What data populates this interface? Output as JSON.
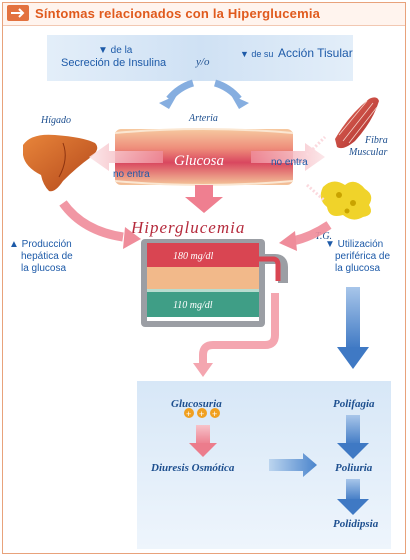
{
  "title": "Síntomas relacionados con la Hiperglucemia",
  "top": {
    "insulin_line1": "▼ de la",
    "insulin_line2": "Secreción de Insulina",
    "connector": "y/o",
    "action_small": "▼ de su",
    "action_big": "Acción Tisular"
  },
  "labels": {
    "liver": "Hígado",
    "artery": "Arteria",
    "muscle_line1": "Fibra",
    "muscle_line2": "Muscular",
    "glucose": "Glucosa",
    "no_entra_left": "no entra",
    "no_entra_right": "no entra",
    "tg": "T.G.",
    "hyperglycemia": "Hiperglucemia",
    "high_level": "180 mg/dl",
    "low_level": "110 mg/dl",
    "production_line1": "▲ Producción",
    "production_line2": "hepática de",
    "production_line3": "la glucosa",
    "utilization_line1": "▼ Utilización",
    "utilization_line2": "periférica de",
    "utilization_line3": "la glucosa"
  },
  "bottom": {
    "glucosuria": "Glucosuria",
    "plus_signs": [
      "+",
      "+",
      "+"
    ],
    "diuresis": "Diuresis Osmótica",
    "polifagia": "Polifagia",
    "poliuria": "Poliuria",
    "polidipsia": "Polidipsia"
  },
  "colors": {
    "title": "#e05a1d",
    "blue_text": "#1d5aa8",
    "pink_arrow": "#ef8c9a",
    "blue_arrow": "#4a84cc",
    "italic_label": "#1d4f8f"
  }
}
